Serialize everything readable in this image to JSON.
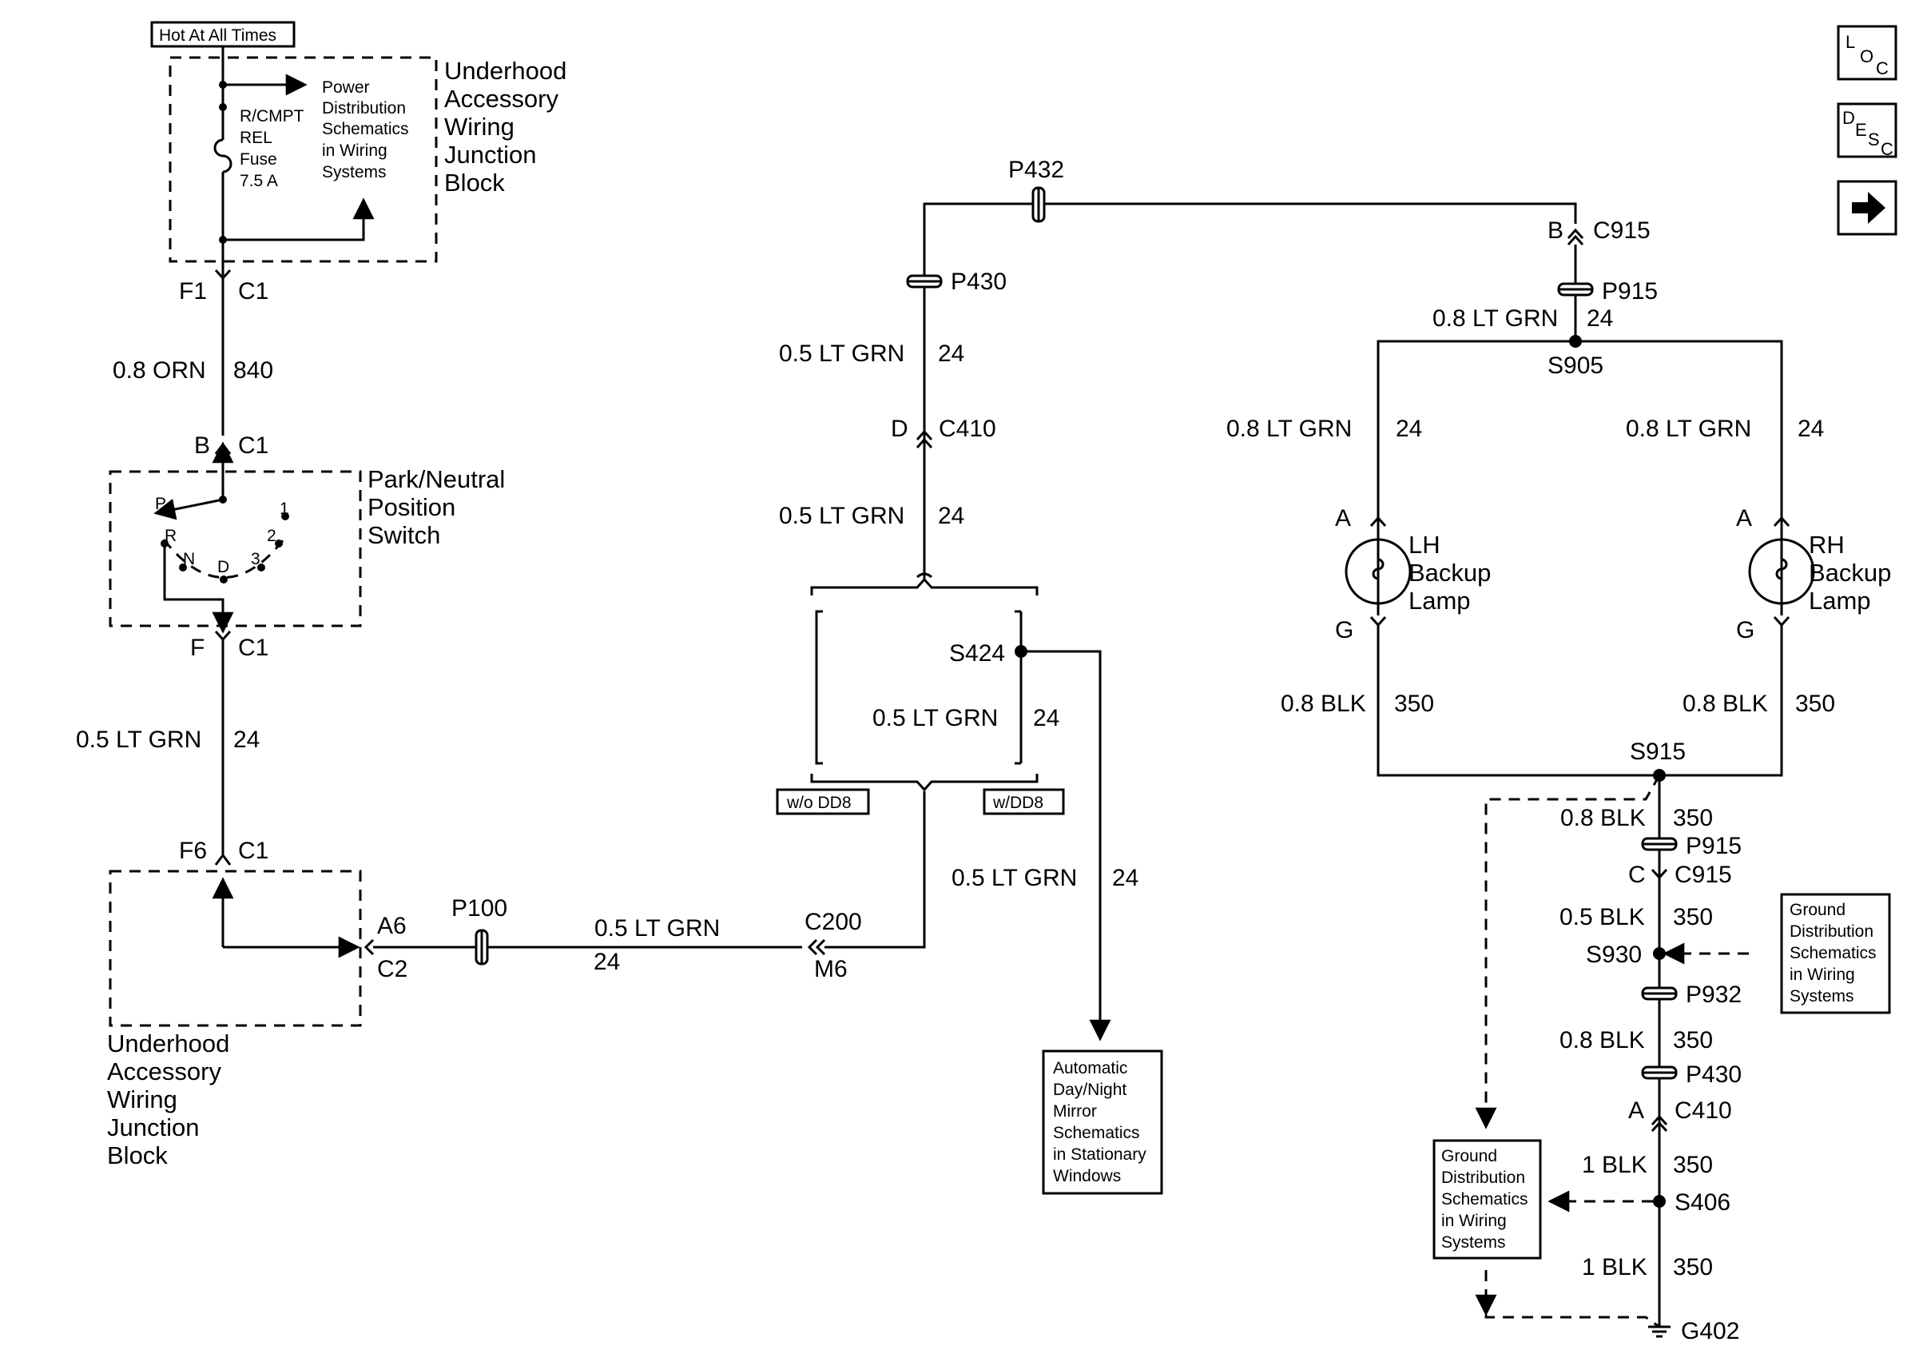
{
  "nav": {
    "loc": [
      "L",
      "O",
      "C"
    ],
    "desc": [
      "D",
      "E",
      "S",
      "C"
    ],
    "next_icon": "right-arrow-icon"
  },
  "fuse_block": {
    "hot_label": "Hot At All Times",
    "fuse_lines": [
      "R/CMPT",
      "REL",
      "Fuse",
      "7.5 A"
    ],
    "power_dist_lines": [
      "Power",
      "Distribution",
      "Schematics",
      "in Wiring",
      "Systems"
    ],
    "block_lines": [
      "Underhood",
      "Accessory",
      "Wiring",
      "Junction",
      "Block"
    ],
    "f1": "F1",
    "c1": "C1"
  },
  "orn_wire": {
    "gauge": "0.8 ORN",
    "circuit": "840"
  },
  "pn_switch": {
    "b": "B",
    "c1_top": "C1",
    "f": "F",
    "c1_bottom": "C1",
    "label_lines": [
      "Park/Neutral",
      "Position",
      "Switch"
    ],
    "positions": [
      "P",
      "R",
      "N",
      "D",
      "3",
      "2",
      "1"
    ]
  },
  "grn_wire_left": {
    "gauge": "0.5 LT GRN",
    "circuit": "24"
  },
  "lower_block": {
    "f6": "F6",
    "c1": "C1",
    "a6": "A6",
    "c2": "C2",
    "label_lines": [
      "Underhood",
      "Accessory",
      "Wiring",
      "Junction",
      "Block"
    ]
  },
  "p100": "P100",
  "horiz_wire": {
    "gauge": "0.5 LT GRN",
    "circuit": "24"
  },
  "c200": "C200",
  "m6": "M6",
  "center": {
    "p430": "P430",
    "p432": "P432",
    "wire1": {
      "gauge": "0.5 LT GRN",
      "circuit": "24"
    },
    "d": "D",
    "c410": "C410",
    "wire2": {
      "gauge": "0.5 LT GRN",
      "circuit": "24"
    },
    "s424": "S424",
    "wire3": {
      "gauge": "0.5 LT GRN",
      "circuit": "24"
    },
    "wo_dd8": "w/o DD8",
    "w_dd8": "w/DD8",
    "wire4": {
      "gauge": "0.5 LT GRN",
      "circuit": "24"
    },
    "mirror_lines": [
      "Automatic",
      "Day/Night",
      "Mirror",
      "Schematics",
      "in Stationary",
      "Windows"
    ]
  },
  "right": {
    "b": "B",
    "c915_top": "C915",
    "p915_top": "P915",
    "feed": {
      "gauge": "0.8 LT GRN",
      "circuit": "24"
    },
    "s905": "S905",
    "lh_wire": {
      "gauge": "0.8 LT GRN",
      "circuit": "24"
    },
    "rh_wire": {
      "gauge": "0.8 LT GRN",
      "circuit": "24"
    },
    "lh_a": "A",
    "rh_a": "A",
    "lh_g": "G",
    "rh_g": "G",
    "lh_lamp": [
      "LH",
      "Backup",
      "Lamp"
    ],
    "rh_lamp": [
      "RH",
      "Backup",
      "Lamp"
    ],
    "lh_blk": {
      "gauge": "0.8 BLK",
      "circuit": "350"
    },
    "rh_blk": {
      "gauge": "0.8 BLK",
      "circuit": "350"
    },
    "s915": "S915",
    "blk1": {
      "gauge": "0.8 BLK",
      "circuit": "350"
    },
    "p915": "P915",
    "c": "C",
    "c915": "C915",
    "blk2": {
      "gauge": "0.5 BLK",
      "circuit": "350"
    },
    "s930": "S930",
    "p932": "P932",
    "blk3": {
      "gauge": "0.8 BLK",
      "circuit": "350"
    },
    "p430": "P430",
    "a": "A",
    "c410": "C410",
    "blk4": {
      "gauge": "1 BLK",
      "circuit": "350"
    },
    "s406": "S406",
    "blk5": {
      "gauge": "1 BLK",
      "circuit": "350"
    },
    "g402": "G402",
    "ground1_lines": [
      "Ground",
      "Distribution",
      "Schematics",
      "in Wiring",
      "Systems"
    ],
    "ground2_lines": [
      "Ground",
      "Distribution",
      "Schematics",
      "in Wiring",
      "Systems"
    ]
  }
}
